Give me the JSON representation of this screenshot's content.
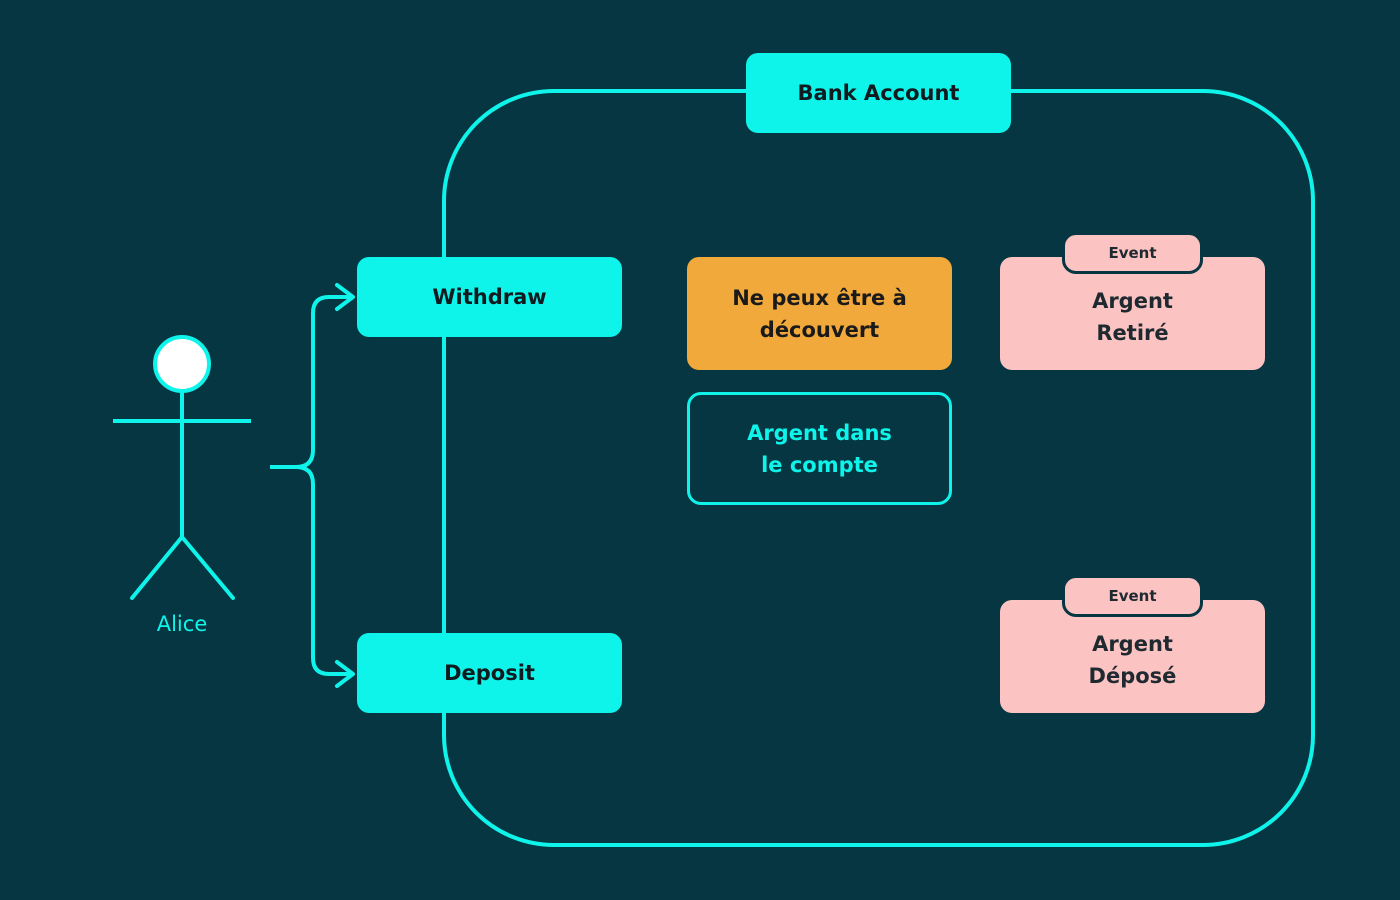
{
  "colors": {
    "background": "#063642",
    "accent": "#0ef4ea",
    "command_box": "#0ef4ea",
    "rule_box": "#f2a93b",
    "event_box": "#fcc3c3",
    "actor_head": "#ffffff"
  },
  "actor": {
    "name": "Alice",
    "icon": "stick-figure-icon"
  },
  "aggregate": {
    "title": "Bank Account"
  },
  "commands": {
    "withdraw": "Withdraw",
    "deposit": "Deposit"
  },
  "rule": {
    "line1": "Ne peux être à",
    "line2": "découvert"
  },
  "state": {
    "line1": "Argent dans",
    "line2": "le compte"
  },
  "events": {
    "retire": {
      "tag": "Event",
      "line1": "Argent",
      "line2": "Retiré"
    },
    "depose": {
      "tag": "Event",
      "line1": "Argent",
      "line2": "Déposé"
    }
  }
}
